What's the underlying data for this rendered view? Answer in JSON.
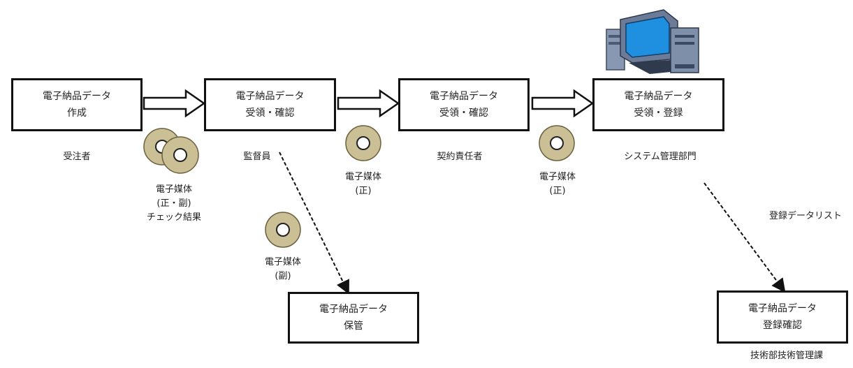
{
  "boxes": {
    "create": {
      "line1": "電子納品データ",
      "line2": "作成"
    },
    "receive1": {
      "line1": "電子納品データ",
      "line2": "受領・確認"
    },
    "receive2": {
      "line1": "電子納品データ",
      "line2": "受領・確認"
    },
    "register": {
      "line1": "電子納品データ",
      "line2": "受領・登録"
    },
    "store": {
      "line1": "電子納品データ",
      "line2": "保管"
    },
    "confirm": {
      "line1": "電子納品データ",
      "line2": "登録確認"
    }
  },
  "roles": {
    "contractor": "受注者",
    "supervisor": "監督員",
    "contract_officer": "契約責任者",
    "system_dept": "システム管理部門",
    "tech_section": "技術部技術管理課"
  },
  "media": {
    "m1": {
      "line1": "電子媒体",
      "line2": "(正・副)",
      "line3": "チェック結果"
    },
    "m2": {
      "line1": "電子媒体",
      "line2": "(正)"
    },
    "m3": {
      "line1": "電子媒体",
      "line2": "(正)"
    },
    "m4": {
      "line1": "電子媒体",
      "line2": "(副)"
    }
  },
  "list_label": "登録データリスト",
  "colors": {
    "disc": "#cbbf96",
    "disc_stroke": "#6a5f3f",
    "monitor_screen": "#1f8fe0",
    "tower": "#7e8faa"
  }
}
